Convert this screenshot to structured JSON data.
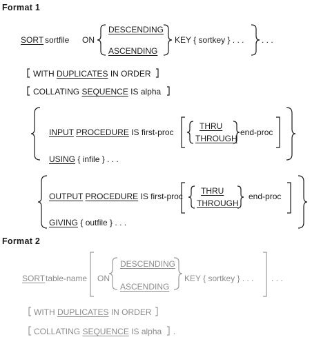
{
  "format1": {
    "title": "Format 1",
    "sort_kw": "SORT",
    "sortfile": "sortfile",
    "on_kw": "ON",
    "descending": "DESCENDING",
    "ascending": "ASCENDING",
    "key_kw": "KEY { sortkey } . . .",
    "trail_ellipsis": ". . .",
    "with_kw": "WITH",
    "duplicates_kw": "DUPLICATES",
    "in_order": "IN ORDER",
    "collating_kw": "COLLATING",
    "sequence_kw": "SEQUENCE",
    "is_alpha": "IS alpha",
    "input_kw": "INPUT",
    "procedure_kw": "PROCEDURE",
    "is_first_proc": "IS first-proc",
    "thru_kw": "THRU",
    "through_kw": "THROUGH",
    "end_proc": "end-proc",
    "using_kw": "USING",
    "infile": "{ infile } . . .",
    "output_kw": "OUTPUT",
    "giving_kw": "GIVING",
    "outfile": "{ outfile } . . ."
  },
  "format2": {
    "title": "Format 2",
    "sort_kw": "SORT",
    "table_name": "table-name",
    "on_kw": "ON",
    "descending": "DESCENDING",
    "ascending": "ASCENDING",
    "key_kw": "KEY { sortkey } . . .",
    "trail_ellipsis": ". . .",
    "with_kw": "WITH",
    "duplicates_kw": "DUPLICATES",
    "in_order": "IN ORDER",
    "collating_kw": "COLLATING",
    "sequence_kw": "SEQUENCE",
    "is_alpha": "IS alpha",
    "end_dot": "."
  }
}
